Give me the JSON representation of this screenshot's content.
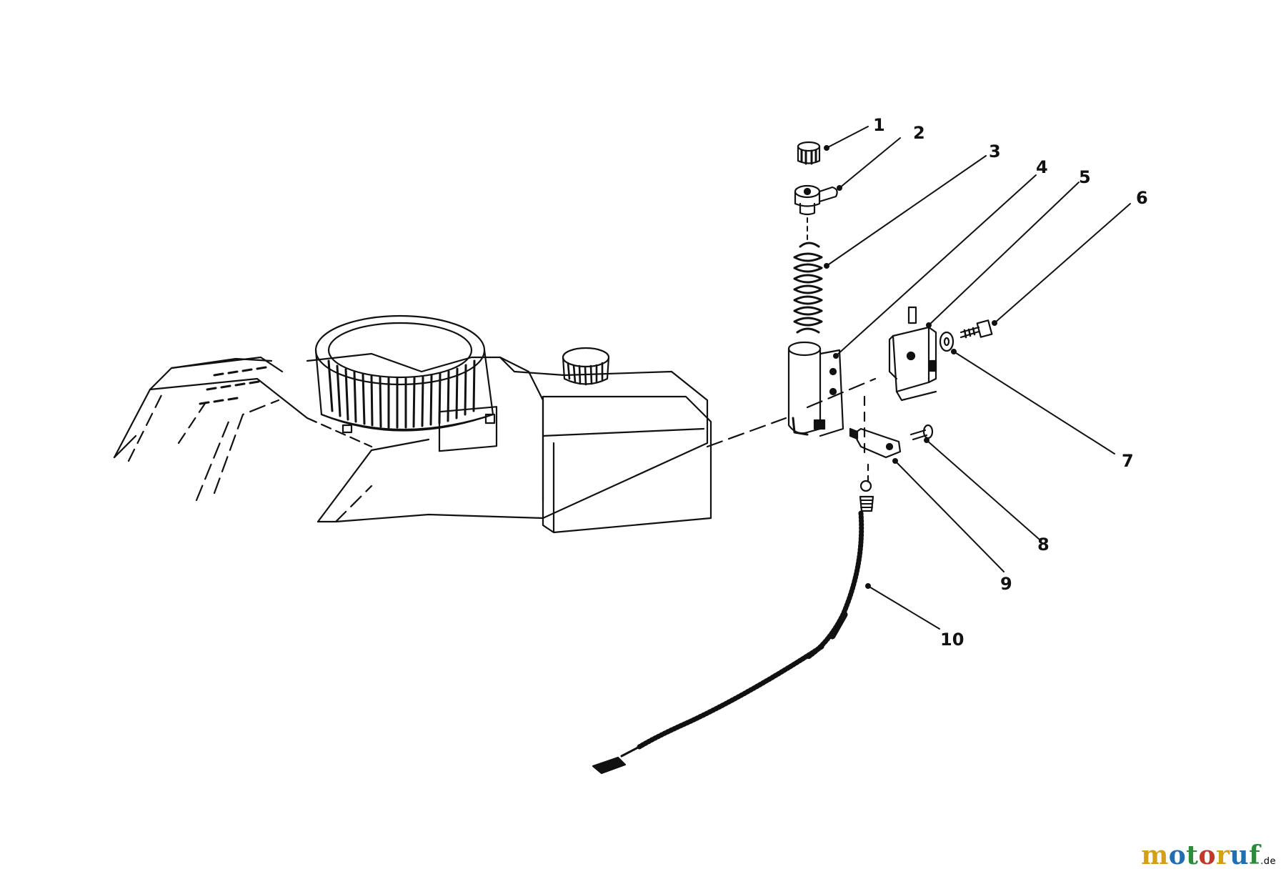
{
  "diagram": {
    "callouts": [
      {
        "id": "1",
        "label": "1"
      },
      {
        "id": "2",
        "label": "2"
      },
      {
        "id": "3",
        "label": "3"
      },
      {
        "id": "4",
        "label": "4"
      },
      {
        "id": "5",
        "label": "5"
      },
      {
        "id": "6",
        "label": "6"
      },
      {
        "id": "7",
        "label": "7"
      },
      {
        "id": "8",
        "label": "8"
      },
      {
        "id": "9",
        "label": "9"
      },
      {
        "id": "10",
        "label": "10"
      }
    ]
  },
  "watermark": {
    "letters": [
      "m",
      "o",
      "t",
      "o",
      "r",
      "u",
      "f"
    ],
    "colors": [
      "#d4a017",
      "#1f6fb2",
      "#2e8b3d",
      "#c0392b",
      "#d4a017",
      "#1f6fb2",
      "#2e8b3d"
    ],
    "tld": ".de"
  }
}
